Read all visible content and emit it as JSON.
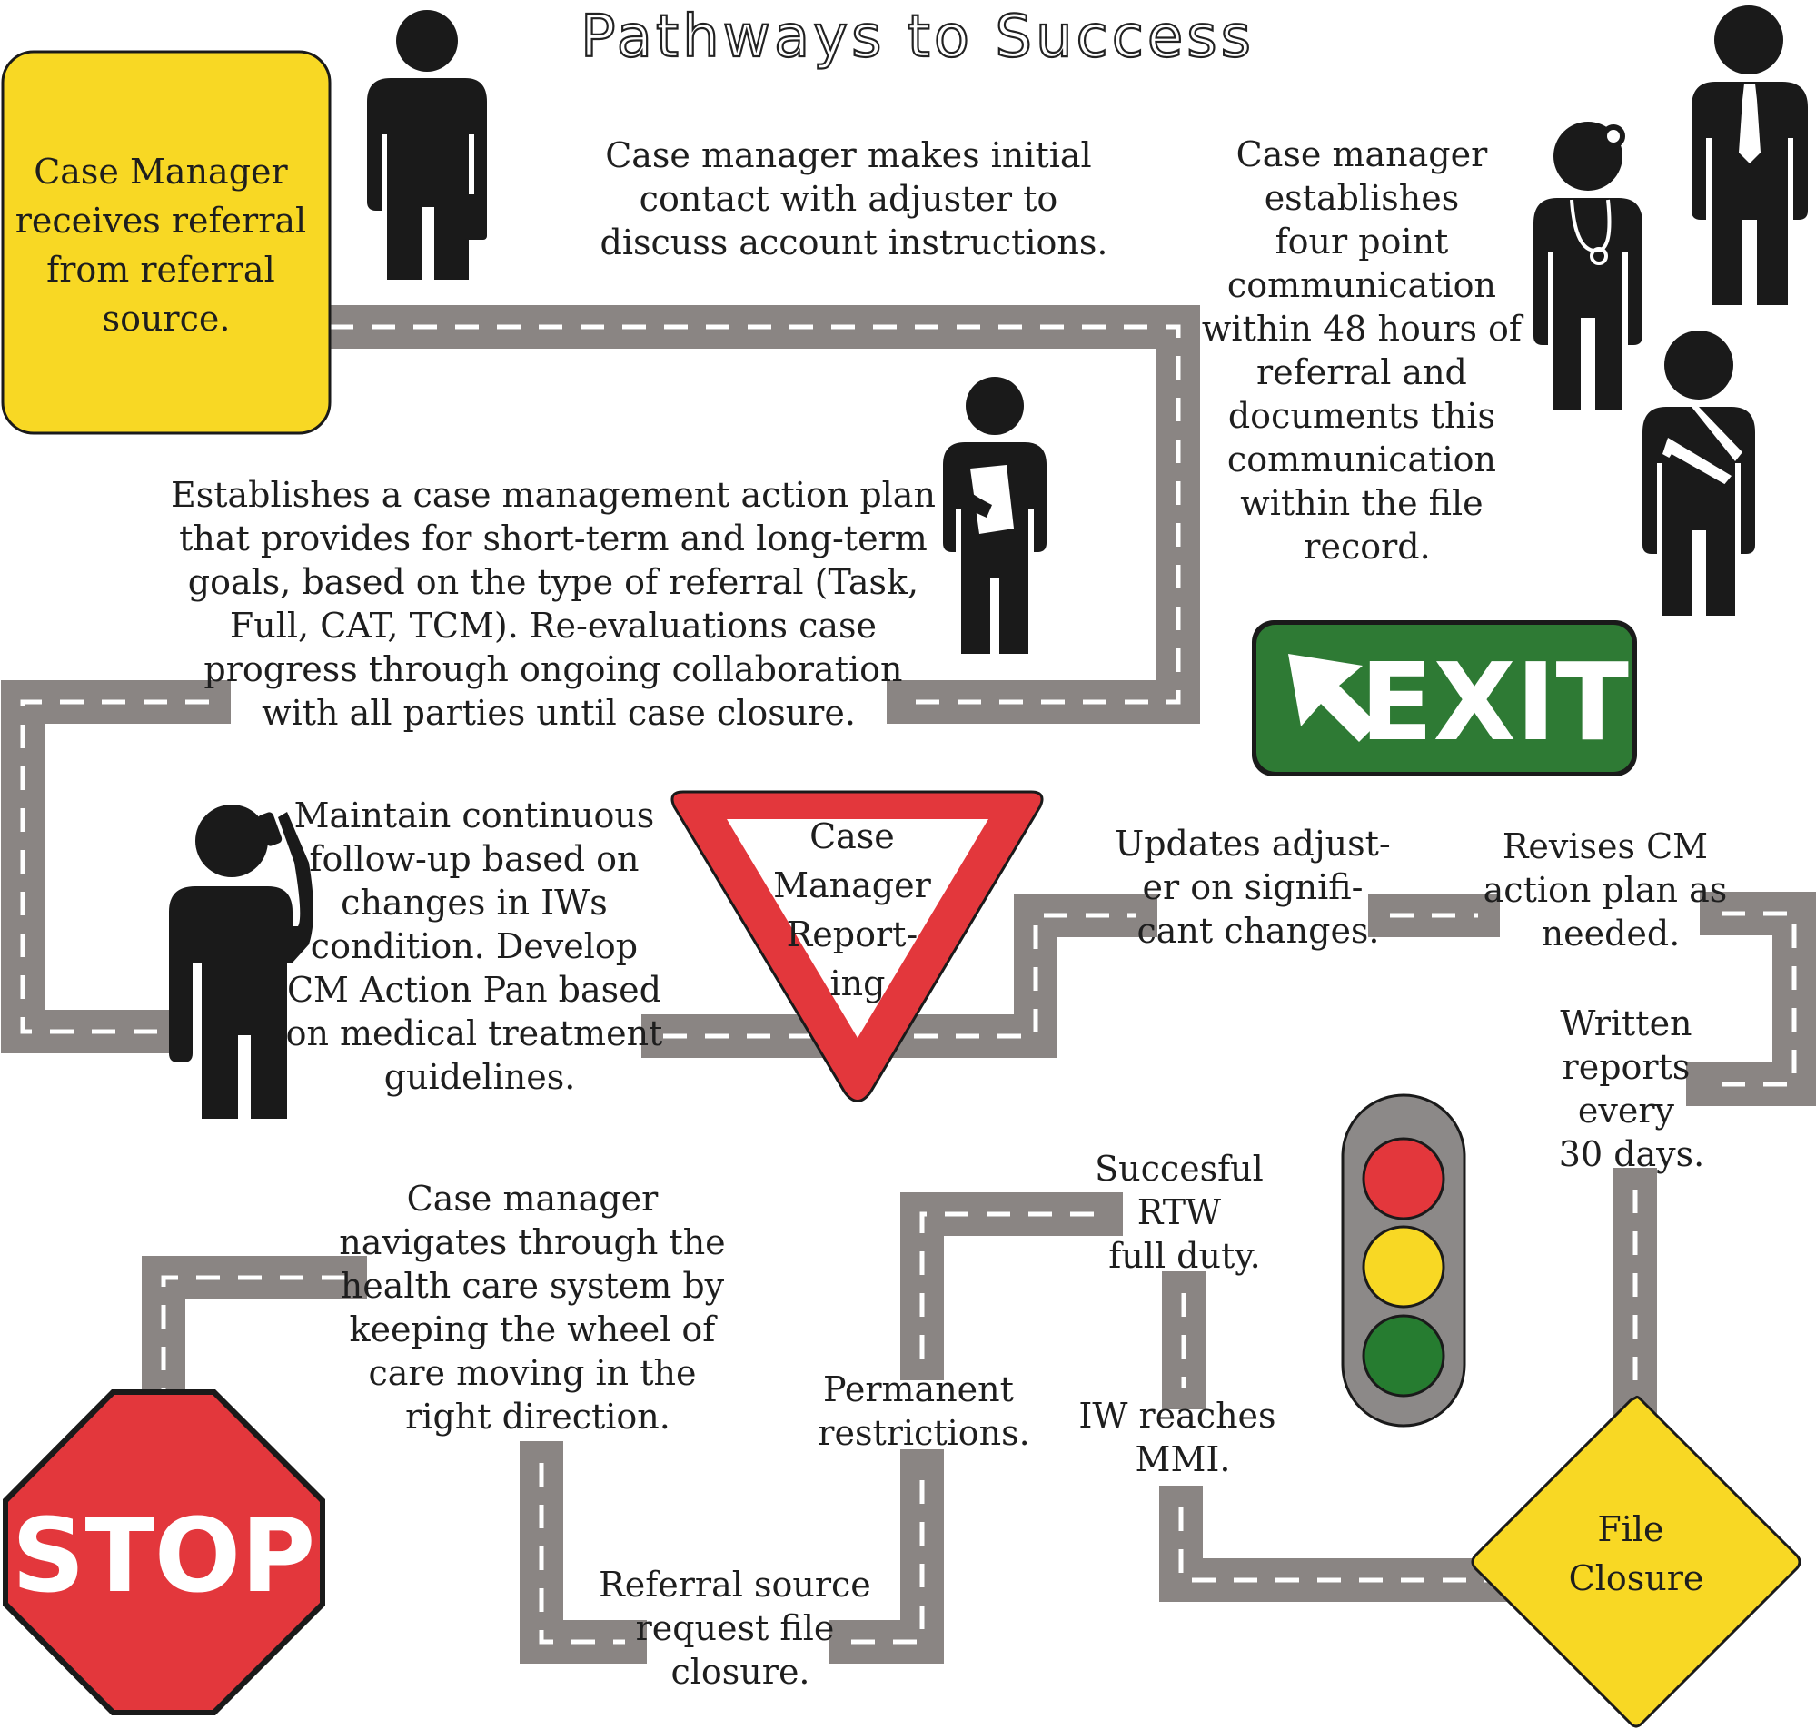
{
  "title": "Pathways to Success",
  "colors": {
    "road": "#8a8583",
    "road_dash": "#ffffff",
    "figure": "#1a1a1a",
    "yellow": "#f8d824",
    "red": "#e3373c",
    "green": "#2e7a34",
    "light_body": "#8c8988",
    "light_yellow": "#f8d824",
    "light_green": "#267c30"
  },
  "steps": {
    "referral_box": [
      "Case Manager",
      "receives referral",
      "from referral",
      "source."
    ],
    "initial_contact": [
      "Case manager makes initial",
      "contact with adjuster to",
      "discuss account instructions."
    ],
    "four_point": [
      "Case manager",
      "establishes",
      "four point",
      "communication",
      "within 48 hours of",
      "referral and",
      "documents this",
      "communication",
      "within the file",
      "record."
    ],
    "action_plan": [
      "Establishes a case management action plan",
      "that provides for short-term and long-term",
      "goals, based on the type of referral (Task,",
      "Full, CAT, TCM). Re-evaluations case",
      "progress through ongoing collaboration",
      "with all parties until case closure."
    ],
    "follow_up": [
      "Maintain continuous",
      "follow-up based on",
      "changes in IWs",
      "condition. Develop",
      "CM Action Pan based",
      "on medical treatment",
      "guidelines."
    ],
    "yield_sign": [
      "Case",
      "Manager",
      "Report-",
      "ing"
    ],
    "updates_adjuster": [
      "Updates adjust-",
      "er on signifi-",
      "cant changes."
    ],
    "revises_plan": [
      "Revises CM",
      "action plan as",
      "needed."
    ],
    "written_reports": [
      "Written",
      "reports",
      "every",
      "30 days."
    ],
    "navigates": [
      "Case manager",
      "navigates through the",
      "health care system by",
      "keeping the wheel of",
      "care moving in the",
      "right direction."
    ],
    "rtw": [
      "Succesful",
      "RTW",
      "full duty."
    ],
    "permanent": [
      "Permanent",
      "restrictions."
    ],
    "mmi": [
      "IW reaches",
      "MMI."
    ],
    "referral_closure": [
      "Referral source",
      "request file",
      "closure."
    ],
    "file_closure": [
      "File",
      "Closure"
    ]
  },
  "signs": {
    "exit": "EXIT",
    "stop": "STOP"
  },
  "icons": {
    "figure_briefcase": "businessman-with-briefcase-icon",
    "figure_document": "person-holding-document-icon",
    "figure_phone": "person-on-phone-icon",
    "figure_doctor": "doctor-with-stethoscope-icon",
    "figure_tie": "person-with-tie-icon",
    "figure_sling": "injured-worker-arm-sling-icon",
    "exit_arrow": "arrow-up-left-icon",
    "traffic_light": "traffic-light-icon"
  }
}
